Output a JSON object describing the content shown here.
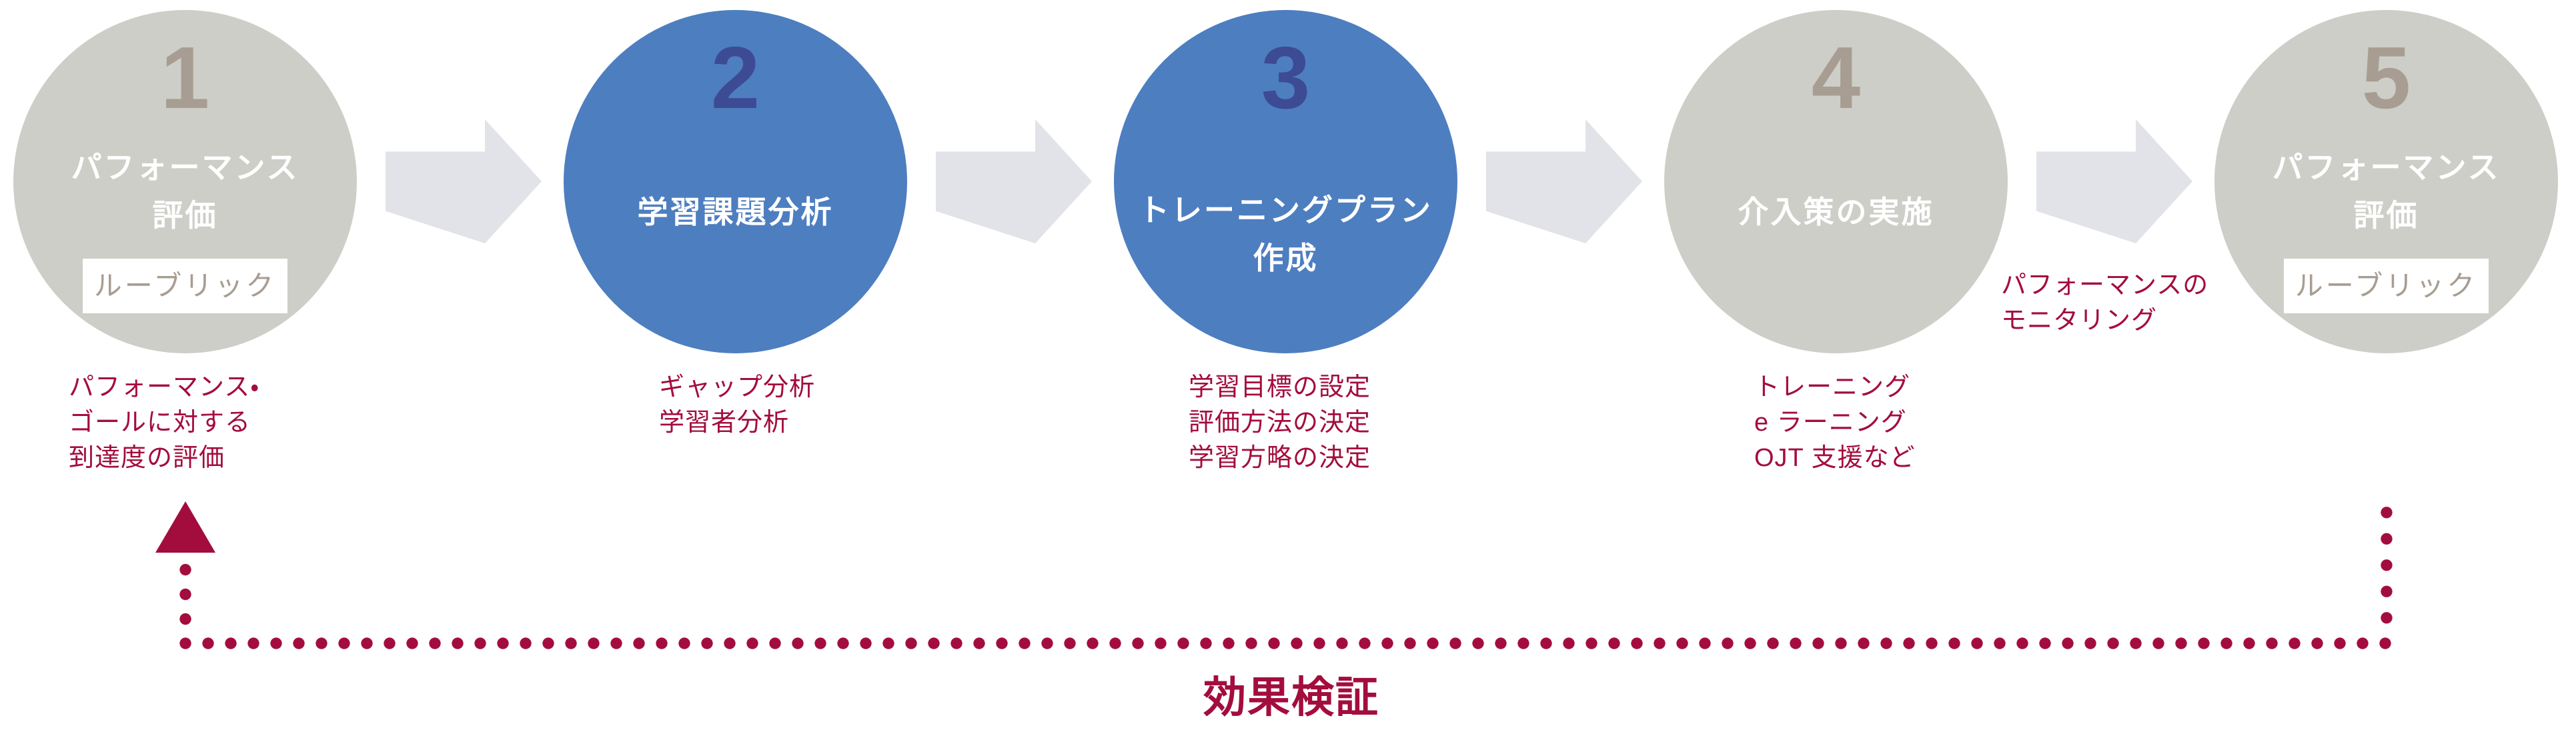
{
  "palette": {
    "circle_gray": "#cdcec7",
    "circle_blue": "#4d7ec0",
    "number_on_gray": "#a89d92",
    "number_on_blue": "#3d4b94",
    "connector_arrow_gray": "#e2e3e8",
    "accent_red": "#a30d3d",
    "text_on_circle": "#ffffff"
  },
  "steps": [
    {
      "number": "1",
      "style": "gray",
      "title_lines": [
        "パフォーマンス",
        "評価"
      ],
      "badge": "ルーブリック",
      "notes": [
        "パフォーマンス・",
        "ゴールに対する",
        "到達度の評価"
      ]
    },
    {
      "number": "2",
      "style": "blue",
      "title_lines": [
        "学習課題分析"
      ],
      "notes": [
        "ギャップ分析",
        "学習者分析"
      ]
    },
    {
      "number": "3",
      "style": "blue",
      "title_lines": [
        "トレーニングプラン",
        "作成"
      ],
      "notes": [
        "学習目標の設定",
        "評価方法の決定",
        "学習方略の決定"
      ]
    },
    {
      "number": "4",
      "style": "gray",
      "title_lines": [
        "介入策の実施"
      ],
      "notes": [
        "トレーニング",
        "e ラーニング",
        "OJT 支援など"
      ]
    },
    {
      "number": "5",
      "style": "gray",
      "title_lines": [
        "パフォーマンス",
        "評価"
      ],
      "badge": "ルーブリック",
      "notes": []
    }
  ],
  "monitoring_note_lines": [
    "パフォーマンスの",
    "モニタリング"
  ],
  "feedback_label": "効果検証"
}
